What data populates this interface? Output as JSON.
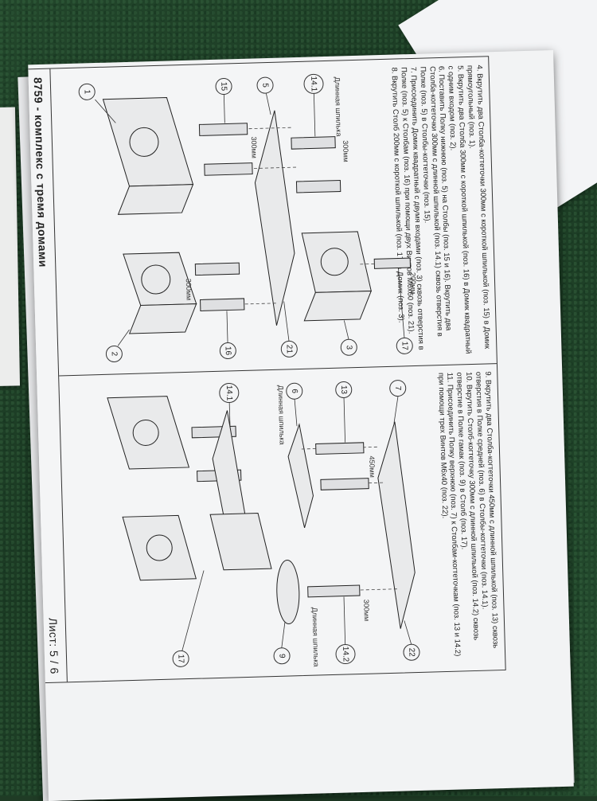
{
  "document": {
    "title": "8759 - комплекс с тремя домами",
    "sheet": "Лист: 5 / 6"
  },
  "left_panel": {
    "steps": [
      "4. Вкрутить два Столба-когтеточки 300мм с короткой шпилькой (поз. 15) в Домик прямоугольный (поз. 1).",
      "5. Вкрутить два Столба 300мм с короткой шпилькой (поз. 16) в Домик квадратный с одним входом (поз. 2).",
      "6. Поставить Полку нижнюю (поз. 5) на Столбы (поз. 15 и 16). Вкрутить два Столба-когтеточки 300мм с длинной шпилькой (поз. 14.1) сквозь отверстия в Полке (поз. 5) в Столбы-когтеточки (поз. 15).",
      "7. Присоединить Домик квадратный с двумя входами (поз. 3) сквозь отверстия в Полке (поз. 5) к Столбам (поз. 16) при помощи двух Винтов М6х60 (поз. 21).",
      "8. Вкрутить Столб 200мм с короткой шпилькой (поз. 17) в Домик (поз. 3)."
    ],
    "callouts": [
      "1",
      "15",
      "5",
      "14.1",
      "17",
      "3",
      "21",
      "16",
      "2"
    ],
    "labels": {
      "long_pin": "Длинная шпилька",
      "len_300a": "300мм",
      "len_300b": "300мм",
      "len_300c": "300мм",
      "len_200": "200мм"
    }
  },
  "right_panel": {
    "steps": [
      "9. Вкрутить два Столба-когтеточки 450мм с длинной шпилькой (поз. 13) сквозь отверстия в Полке средней (поз. 6) в Столбы-когтеточки (поз. 14.1).",
      "10. Вкрутить Столб-когтеточку 300мм с длинной шпилькой (поз. 14.2) сквозь отверстие в Полке гамак (поз. 9) в Столб (поз. 17).",
      "11. Присоединить Полку верхнюю (поз. 7) к Столбам-когтеточкам (поз. 13 и 14.2) при помощи трех Винтов М6х40 (поз. 22)."
    ],
    "callouts": [
      "7",
      "13",
      "6",
      "14.1",
      "22",
      "14.2",
      "9",
      "17"
    ],
    "labels": {
      "long_pin_a": "Длинная шпилька",
      "long_pin_b": "Длинная шпилька",
      "len_450": "450мм",
      "len_300": "300мм"
    }
  }
}
